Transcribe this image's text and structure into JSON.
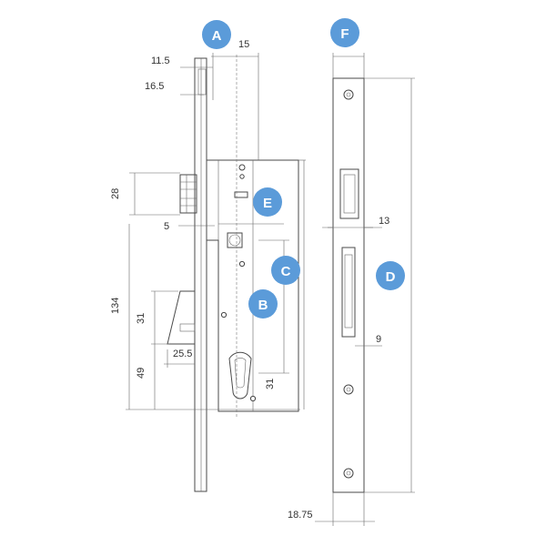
{
  "badges": {
    "a": "A",
    "b": "B",
    "c": "C",
    "d": "D",
    "e": "E",
    "f": "F"
  },
  "dimensions": {
    "d_11_5": "11.5",
    "d_16_5": "16.5",
    "d_15": "15",
    "d_28": "28",
    "d_5": "5",
    "d_134": "134",
    "d_31_left": "31",
    "d_25_5": "25.5",
    "d_49": "49",
    "d_31_right": "31",
    "d_13": "13",
    "d_9": "9",
    "d_18_75": "18.75"
  },
  "colors": {
    "badge": "#5b9bd9",
    "line": "#4a4a4a"
  }
}
